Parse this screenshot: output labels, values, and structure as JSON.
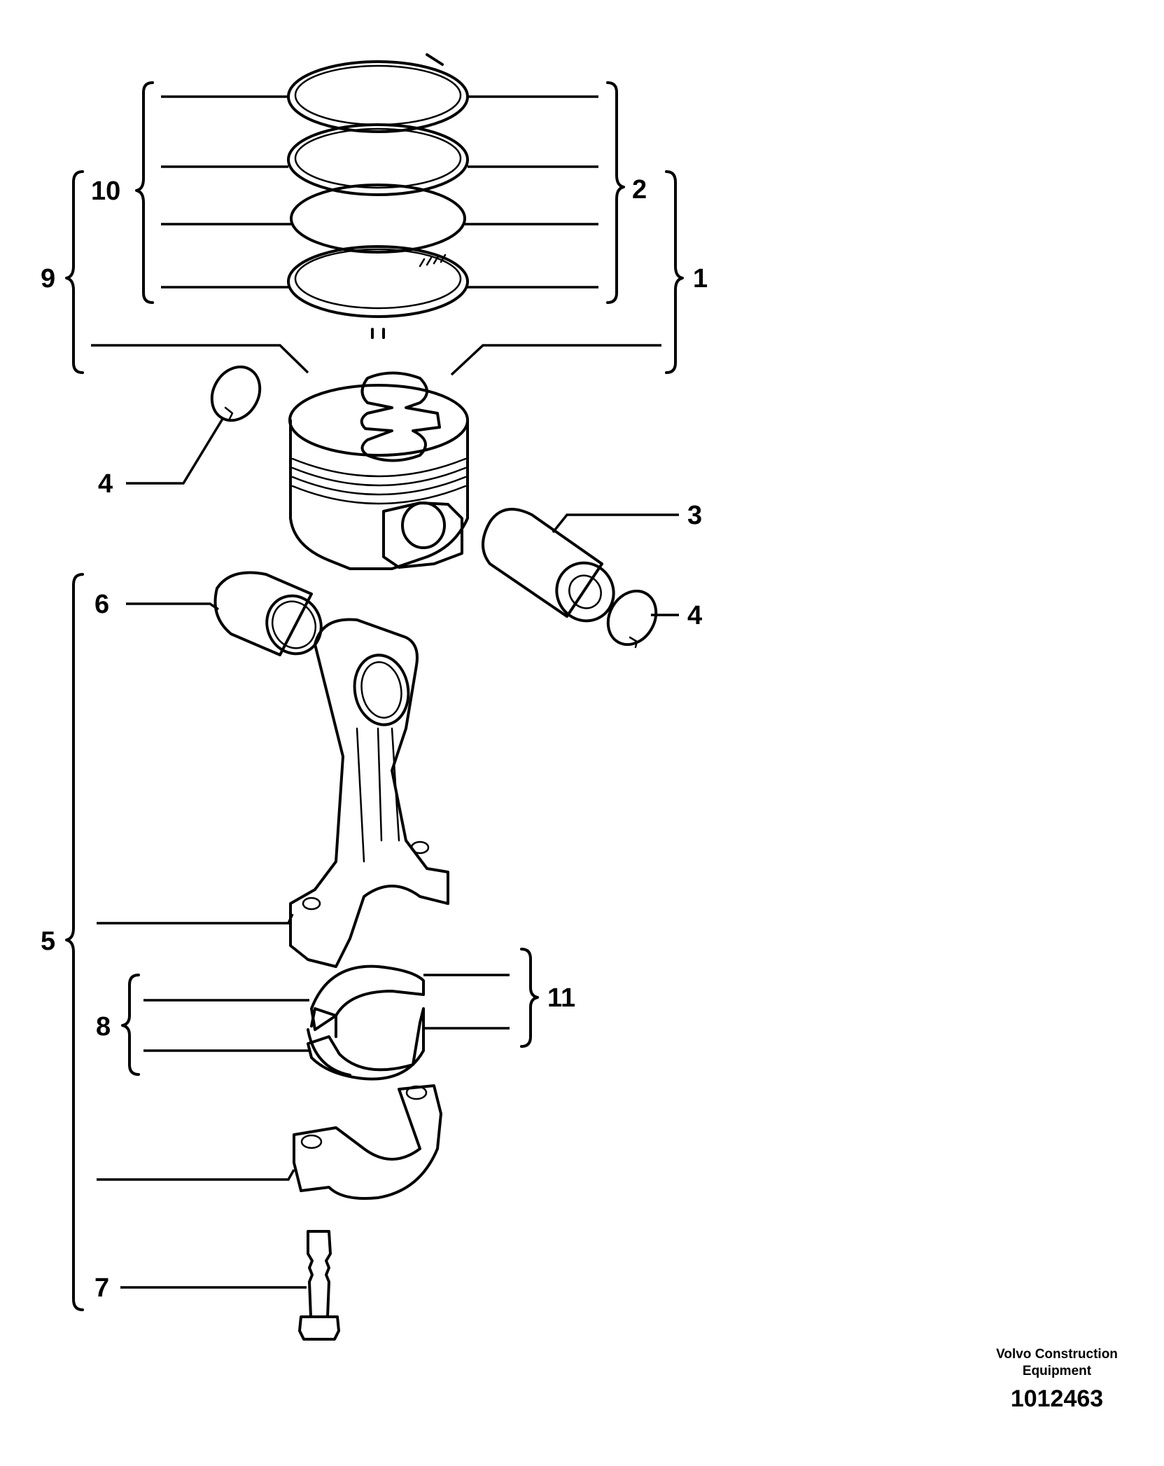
{
  "callouts": {
    "c1": "1",
    "c2": "2",
    "c3": "3",
    "c4a": "4",
    "c4b": "4",
    "c5": "5",
    "c6": "6",
    "c7": "7",
    "c8": "8",
    "c9": "9",
    "c10": "10",
    "c11": "11"
  },
  "footer": {
    "brand_line1": "Volvo Construction",
    "brand_line2": "Equipment",
    "drawing_number": "1012463"
  }
}
